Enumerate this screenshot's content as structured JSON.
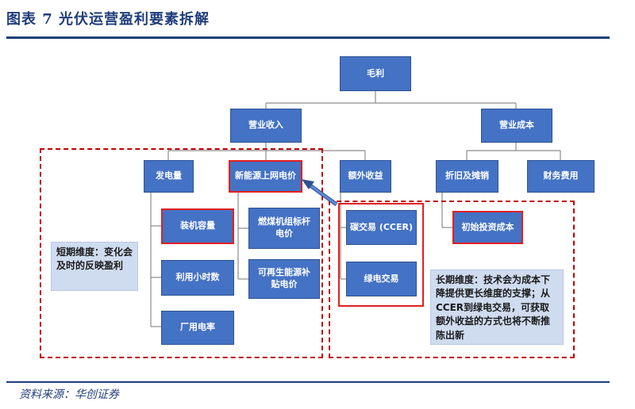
{
  "header": {
    "title": "图表 7   光伏运营盈利要素拆解"
  },
  "nodes": {
    "gross_profit": "毛利",
    "revenue": "营业收入",
    "cost": "营业成本",
    "power_generation": "发电量",
    "grid_price": "新能源上网电价",
    "extra_income": "额外收益",
    "depreciation": "折旧及摊销",
    "finance_cost": "财务费用",
    "installed_capacity": "装机容量",
    "utilization_hours": "利用小时数",
    "plant_self_use": "厂用电率",
    "coal_benchmark": "燃煤机组标杆电价",
    "renewable_subsidy": "可再生能源补贴电价",
    "ccer": "碳交易 (CCER)",
    "green_trade": "绿电交易",
    "initial_investment": "初始投资成本"
  },
  "notes": {
    "short_term": "短期维度：变化会及时的反映盈利",
    "long_term": "长期维度：技术会为成本下降提供更长维度的支撑；从CCER到绿电交易，可获取额外收益的方式也将不断推陈出新"
  },
  "footer": {
    "source": "资料来源：华创证券"
  },
  "colors": {
    "box": "#4472c4",
    "accent": "#1f3d7a",
    "highlight": "#e02020",
    "dashed": "#c00000",
    "note_bg": "#cfdcf0"
  }
}
